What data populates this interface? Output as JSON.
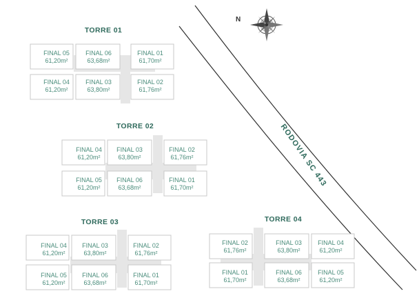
{
  "road": {
    "label": "RODOVIA SC 443"
  },
  "compass": {
    "north_label": "N"
  },
  "colors": {
    "text": "#4a8c7b",
    "title": "#2f6a5c",
    "corridor": "#e6e6e6",
    "outline": "#c8c8c8"
  },
  "towers": [
    {
      "title": "TORRE 01",
      "units": [
        {
          "name": "FINAL 05",
          "area": "61,20m²"
        },
        {
          "name": "FINAL 06",
          "area": "63,68m²"
        },
        {
          "name": "FINAL 01",
          "area": "61,70m²"
        },
        {
          "name": "FINAL 04",
          "area": "61,20m²"
        },
        {
          "name": "FINAL 03",
          "area": "63,80m²"
        },
        {
          "name": "FINAL 02",
          "area": "61,76m²"
        }
      ]
    },
    {
      "title": "TORRE 02",
      "units": [
        {
          "name": "FINAL 04",
          "area": "61,20m²"
        },
        {
          "name": "FINAL 03",
          "area": "63,80m²"
        },
        {
          "name": "FINAL 02",
          "area": "61,76m²"
        },
        {
          "name": "FINAL 05",
          "area": "61,20m²"
        },
        {
          "name": "FINAL 06",
          "area": "63,68m²"
        },
        {
          "name": "FINAL 01",
          "area": "61,70m²"
        }
      ]
    },
    {
      "title": "TORRE 03",
      "units": [
        {
          "name": "FINAL 04",
          "area": "61,20m²"
        },
        {
          "name": "FINAL 03",
          "area": "63,80m²"
        },
        {
          "name": "FINAL 02",
          "area": "61,76m²"
        },
        {
          "name": "FINAL 05",
          "area": "61,20m²"
        },
        {
          "name": "FINAL 06",
          "area": "63,68m²"
        },
        {
          "name": "FINAL 01",
          "area": "61,70m²"
        }
      ]
    },
    {
      "title": "TORRE 04",
      "units": [
        {
          "name": "FINAL 02",
          "area": "61,76m²"
        },
        {
          "name": "FINAL 03",
          "area": "63,80m²"
        },
        {
          "name": "FINAL 04",
          "area": "61,20m²"
        },
        {
          "name": "FINAL 01",
          "area": "61,70m²"
        },
        {
          "name": "FINAL 06",
          "area": "63,68m²"
        },
        {
          "name": "FINAL 05",
          "area": "61,20m²"
        }
      ]
    }
  ]
}
